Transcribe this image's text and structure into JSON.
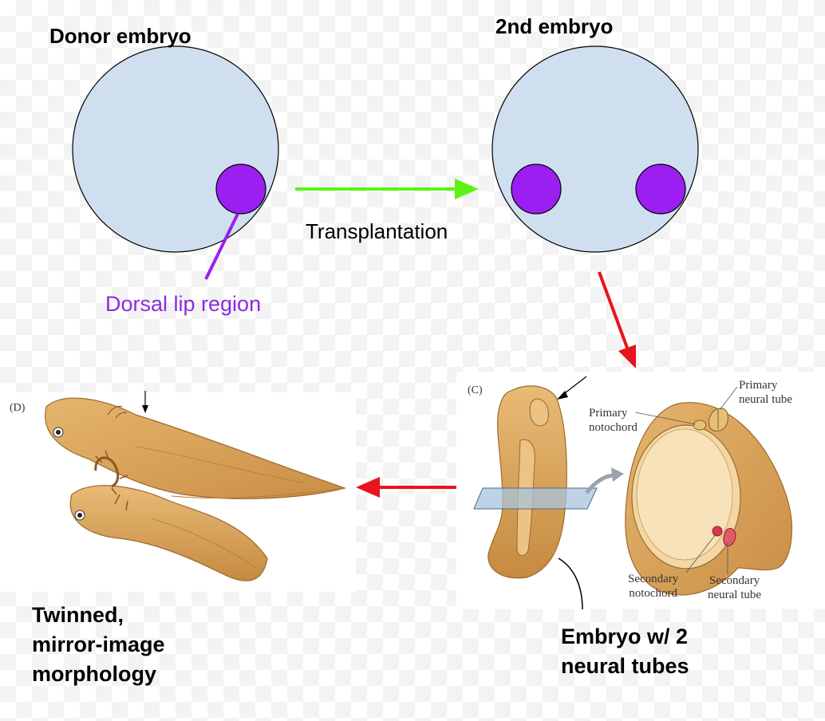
{
  "top_left": {
    "title": "Donor embryo",
    "pointer_label": "Dorsal lip region"
  },
  "top_right": {
    "title": "2nd embryo"
  },
  "arrow_label": "Transplantation",
  "panel_c": {
    "letter": "(C)",
    "primary_notochord": "Primary\nnotochord",
    "primary_neural_tube": "Primary\nneural tube",
    "secondary_notochord": "Secondary\nnotochord",
    "secondary_neural_tube": "Secondary\nneural tube",
    "caption": "Embryo w/ 2\nneural tubes"
  },
  "panel_d": {
    "letter": "(D)",
    "caption": "Twinned,\nmirror-image\nmorphology"
  },
  "colors": {
    "embryo_fill": "#d0dff0",
    "dorsal_lip": "#9a1ff0",
    "label_purple": "#8a2be2",
    "green_arrow": "#5cf214",
    "red_arrow": "#e8141c",
    "tissue": "#d9a45c",
    "tissue_dark": "#b47a38"
  }
}
